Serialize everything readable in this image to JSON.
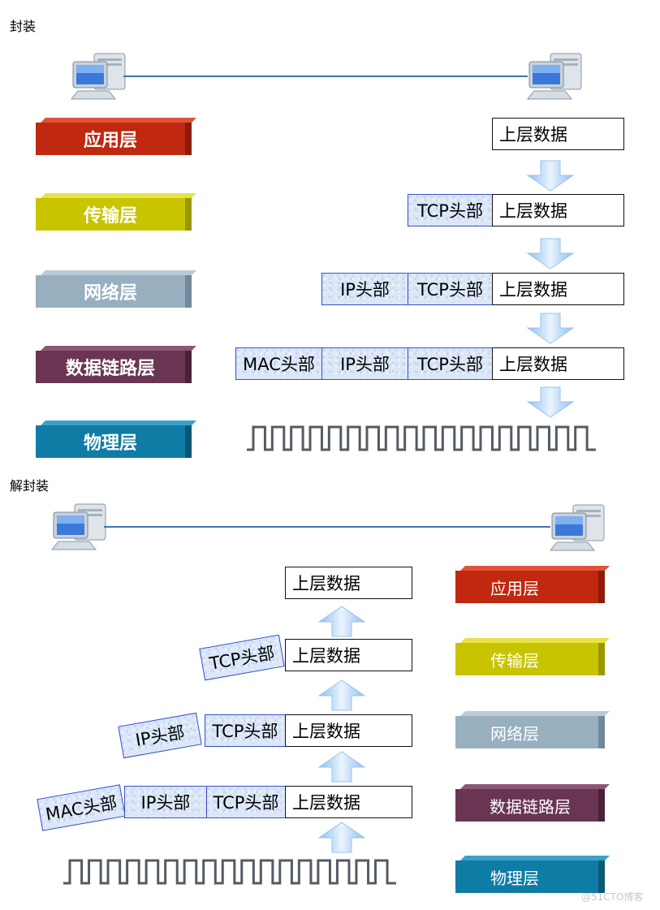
{
  "encap": {
    "title": "封装",
    "layers": [
      "应用层",
      "传输层",
      "网络层",
      "数据链路层",
      "物理层"
    ],
    "rows": [
      {
        "headers": [],
        "data": "上层数据"
      },
      {
        "headers": [
          "TCP头部"
        ],
        "data": "上层数据"
      },
      {
        "headers": [
          "IP头部",
          "TCP头部"
        ],
        "data": "上层数据"
      },
      {
        "headers": [
          "MAC头部",
          "IP头部",
          "TCP头部"
        ],
        "data": "上层数据"
      }
    ]
  },
  "decap": {
    "title": "解封装",
    "layers": [
      "应用层",
      "传输层",
      "网络层",
      "数据链路层",
      "物理层"
    ],
    "rows": [
      {
        "data": "上层数据"
      },
      {
        "stripped": "TCP头部",
        "data": "上层数据"
      },
      {
        "stripped": "IP头部",
        "headers": [
          "TCP头部"
        ],
        "data": "上层数据"
      },
      {
        "stripped": "MAC头部",
        "headers": [
          "IP头部",
          "TCP头部"
        ],
        "data": "上层数据"
      }
    ]
  },
  "colors": {
    "app": "#c0280f",
    "transport": "#c8c400",
    "network": "#97afbf",
    "datalink": "#6a3552",
    "physical": "#0f7ca6",
    "line": "#3a73b8",
    "header_border": "#3a4fc8"
  },
  "icons": {
    "computer": "desktop-computer-icon",
    "arrow": "arrow-icon",
    "signal": "square-wave-signal"
  },
  "watermark": "@51CTO博客"
}
